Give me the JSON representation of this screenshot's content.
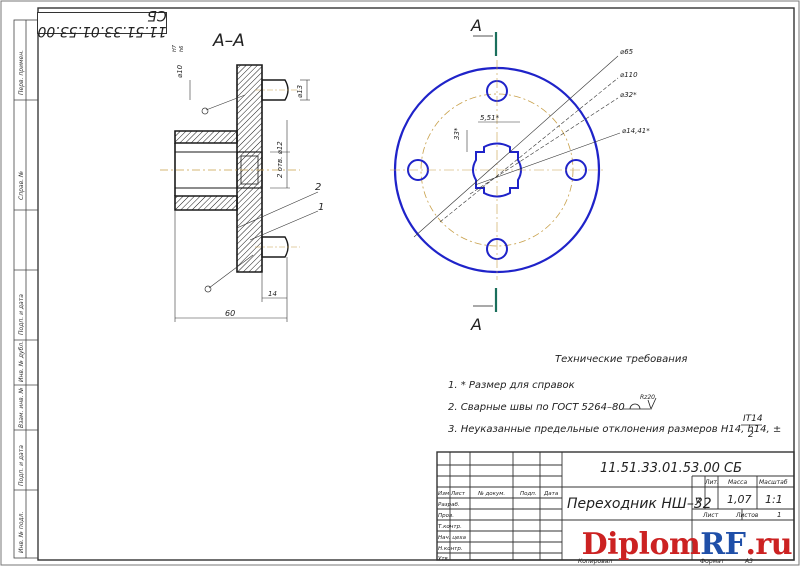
{
  "drawing_code_rotated": "11.51.33.01.53.00 СБ",
  "section_label": "А–А",
  "cut_marks": {
    "top": "А",
    "bottom": "А"
  },
  "callouts": {
    "item1": "1",
    "item2": "2"
  },
  "dims": {
    "d_hole": "⌀10",
    "fit_top": "H7",
    "fit_bottom": "h6",
    "d13": "⌀13",
    "two_holes": "2 отв. ⌀12",
    "w14": "14",
    "len60": "60",
    "d65": "⌀65",
    "d110": "⌀110",
    "d32": "⌀32*",
    "d4x41": "⌀14,41*",
    "slot": "5,51*",
    "depth": "33*"
  },
  "tech_title": "Технические требования",
  "tech_notes": [
    "1. * Размер для справок",
    "2. Сварные швы по  ГОСТ 5264–80",
    "3. Неуказанные предельные отклонения размеров Н14, h14, ±"
  ],
  "weld_symbol": "Rz20",
  "frac_num": "IT14",
  "frac_den": "2",
  "side_column": [
    "Перв. примен.",
    "Справ. №",
    "Подп. и дата",
    "Инв. № дубл.",
    "Взам. инв. №",
    "Подп. и дата",
    "Инв. № подл."
  ],
  "title_block": {
    "designation": "11.51.33.01.53.00 СБ",
    "name": "Переходник НШ–32",
    "col_headers": [
      "Изм",
      "Лист",
      "№ докум.",
      "Подп.",
      "Дата"
    ],
    "roles": [
      "Разраб.",
      "Пров.",
      "Т.контр.",
      "Нач. цеха",
      "Н.контр.",
      "Утв."
    ],
    "lit_head": "Лит.",
    "mass_head": "Масса",
    "scale_head": "Масштаб",
    "lit_val": "у",
    "mass_val": "1,07",
    "scale_val": "1:1",
    "sheet_label": "Лист",
    "sheets_label": "Листов",
    "sheets_val": "1",
    "copied": "Копировал",
    "format_label": "Формат",
    "format_val": "А3"
  },
  "watermark": {
    "part1": "Diplom",
    "part2": "RF",
    "part3": ".ru"
  },
  "colors": {
    "line": "#1a1a1a",
    "outline": "#1f23c9",
    "center": "#c8a04a",
    "cut": "#1a6f5c",
    "section_hatch": "#1a1a1a"
  }
}
